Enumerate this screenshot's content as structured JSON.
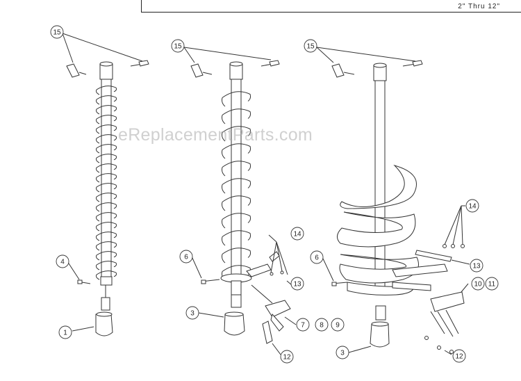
{
  "header": {
    "size_range": "2\" Thru 12\""
  },
  "watermark": "eReplacementParts.com",
  "callouts": {
    "c15a": "15",
    "c15b": "15",
    "c15c": "15",
    "c4": "4",
    "c1": "1",
    "c6a": "6",
    "c3a": "3",
    "c14a": "14",
    "c13a": "13",
    "c7": "7",
    "c8": "8",
    "c9": "9",
    "c12a": "12",
    "c6b": "6",
    "c14b": "14",
    "c13b": "13",
    "c10": "10",
    "c11": "11",
    "c3b": "3",
    "c12b": "12"
  },
  "colors": {
    "line": "#333333",
    "watermark": "#aaaaaa"
  }
}
